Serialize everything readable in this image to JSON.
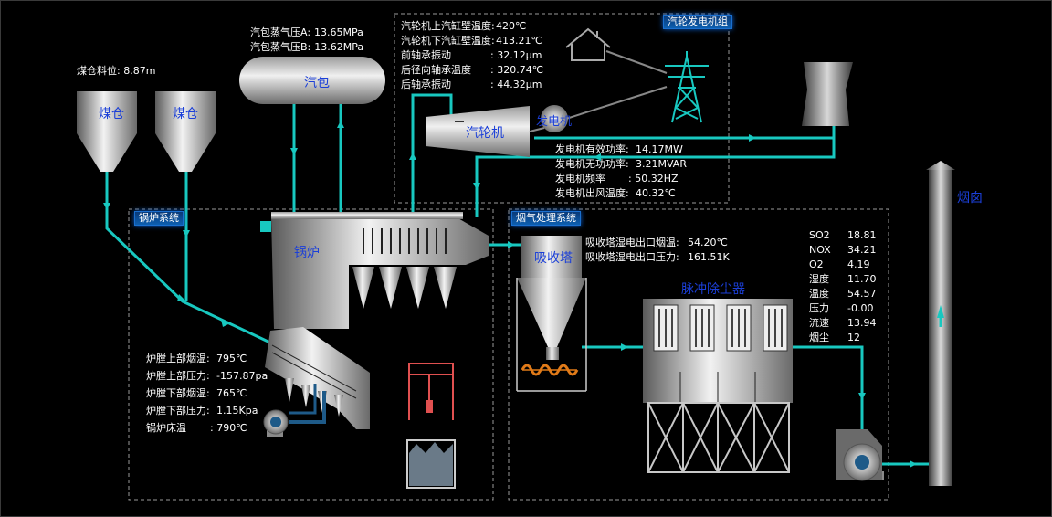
{
  "systems": {
    "boiler_system": "锅炉系统",
    "flue_gas_system": "烟气处理系统",
    "turbine_gen_set": "汽轮发电机组"
  },
  "equipment": {
    "coal_bin_1": "煤仓",
    "coal_bin_2": "煤仓",
    "drum": "汽包",
    "boiler": "锅炉",
    "turbine": "汽轮机",
    "generator": "发电机",
    "absorber": "吸收塔",
    "dust_collector": "脉冲除尘器",
    "chimney": "烟囱"
  },
  "coal_level": {
    "label": "煤仓料位:",
    "value": "8.87m"
  },
  "drum_pressure": [
    {
      "label": "汽包蒸气压A:",
      "value": "13.65MPa"
    },
    {
      "label": "汽包蒸气压B:",
      "value": "13.62MPa"
    }
  ],
  "turbine_params": [
    {
      "label": "汽轮机上汽缸壁温度:",
      "value": "420℃"
    },
    {
      "label": "汽轮机下汽缸壁温度:",
      "value": "413.21℃"
    },
    {
      "label": "前轴承振动",
      "value": ": 32.12μm"
    },
    {
      "label": "后径向轴承温度",
      "value": ": 320.74℃"
    },
    {
      "label": "后轴承振动",
      "value": ": 44.32μm"
    }
  ],
  "generator_params": [
    {
      "label": "发电机有效功率:",
      "value": "14.17MW"
    },
    {
      "label": "发电机无功功率:",
      "value": "3.21MVAR"
    },
    {
      "label": "发电机频率",
      "value": ": 50.32HZ"
    },
    {
      "label": "发电机出风温度:",
      "value": "40.32℃"
    }
  ],
  "furnace_params": [
    {
      "label": "炉膛上部烟温:",
      "value": "795℃"
    },
    {
      "label": "炉膛上部压力:",
      "value": "-157.87pa"
    },
    {
      "label": "炉膛下部烟温:",
      "value": "765℃"
    },
    {
      "label": "炉膛下部压力:",
      "value": "1.15Kpa"
    },
    {
      "label": "锅炉床温",
      "value": ": 790℃"
    }
  ],
  "absorber_params": [
    {
      "label": "吸收塔湿电出口烟温:",
      "value": "54.20℃"
    },
    {
      "label": "吸收塔湿电出口压力:",
      "value": "161.51K"
    }
  ],
  "emissions": [
    {
      "label": "SO2",
      "value": "18.81"
    },
    {
      "label": "NOX",
      "value": "34.21"
    },
    {
      "label": "O2",
      "value": "4.19"
    },
    {
      "label": "湿度",
      "value": "11.70"
    },
    {
      "label": "温度",
      "value": "54.57"
    },
    {
      "label": "压力",
      "value": "-0.00"
    },
    {
      "label": "流速",
      "value": "13.94"
    },
    {
      "label": "烟尘",
      "value": "12"
    }
  ],
  "colors": {
    "pipe": "#18c8c0",
    "label_blue": "#1b3fd8",
    "tag_bg": "#0d5fb0"
  }
}
